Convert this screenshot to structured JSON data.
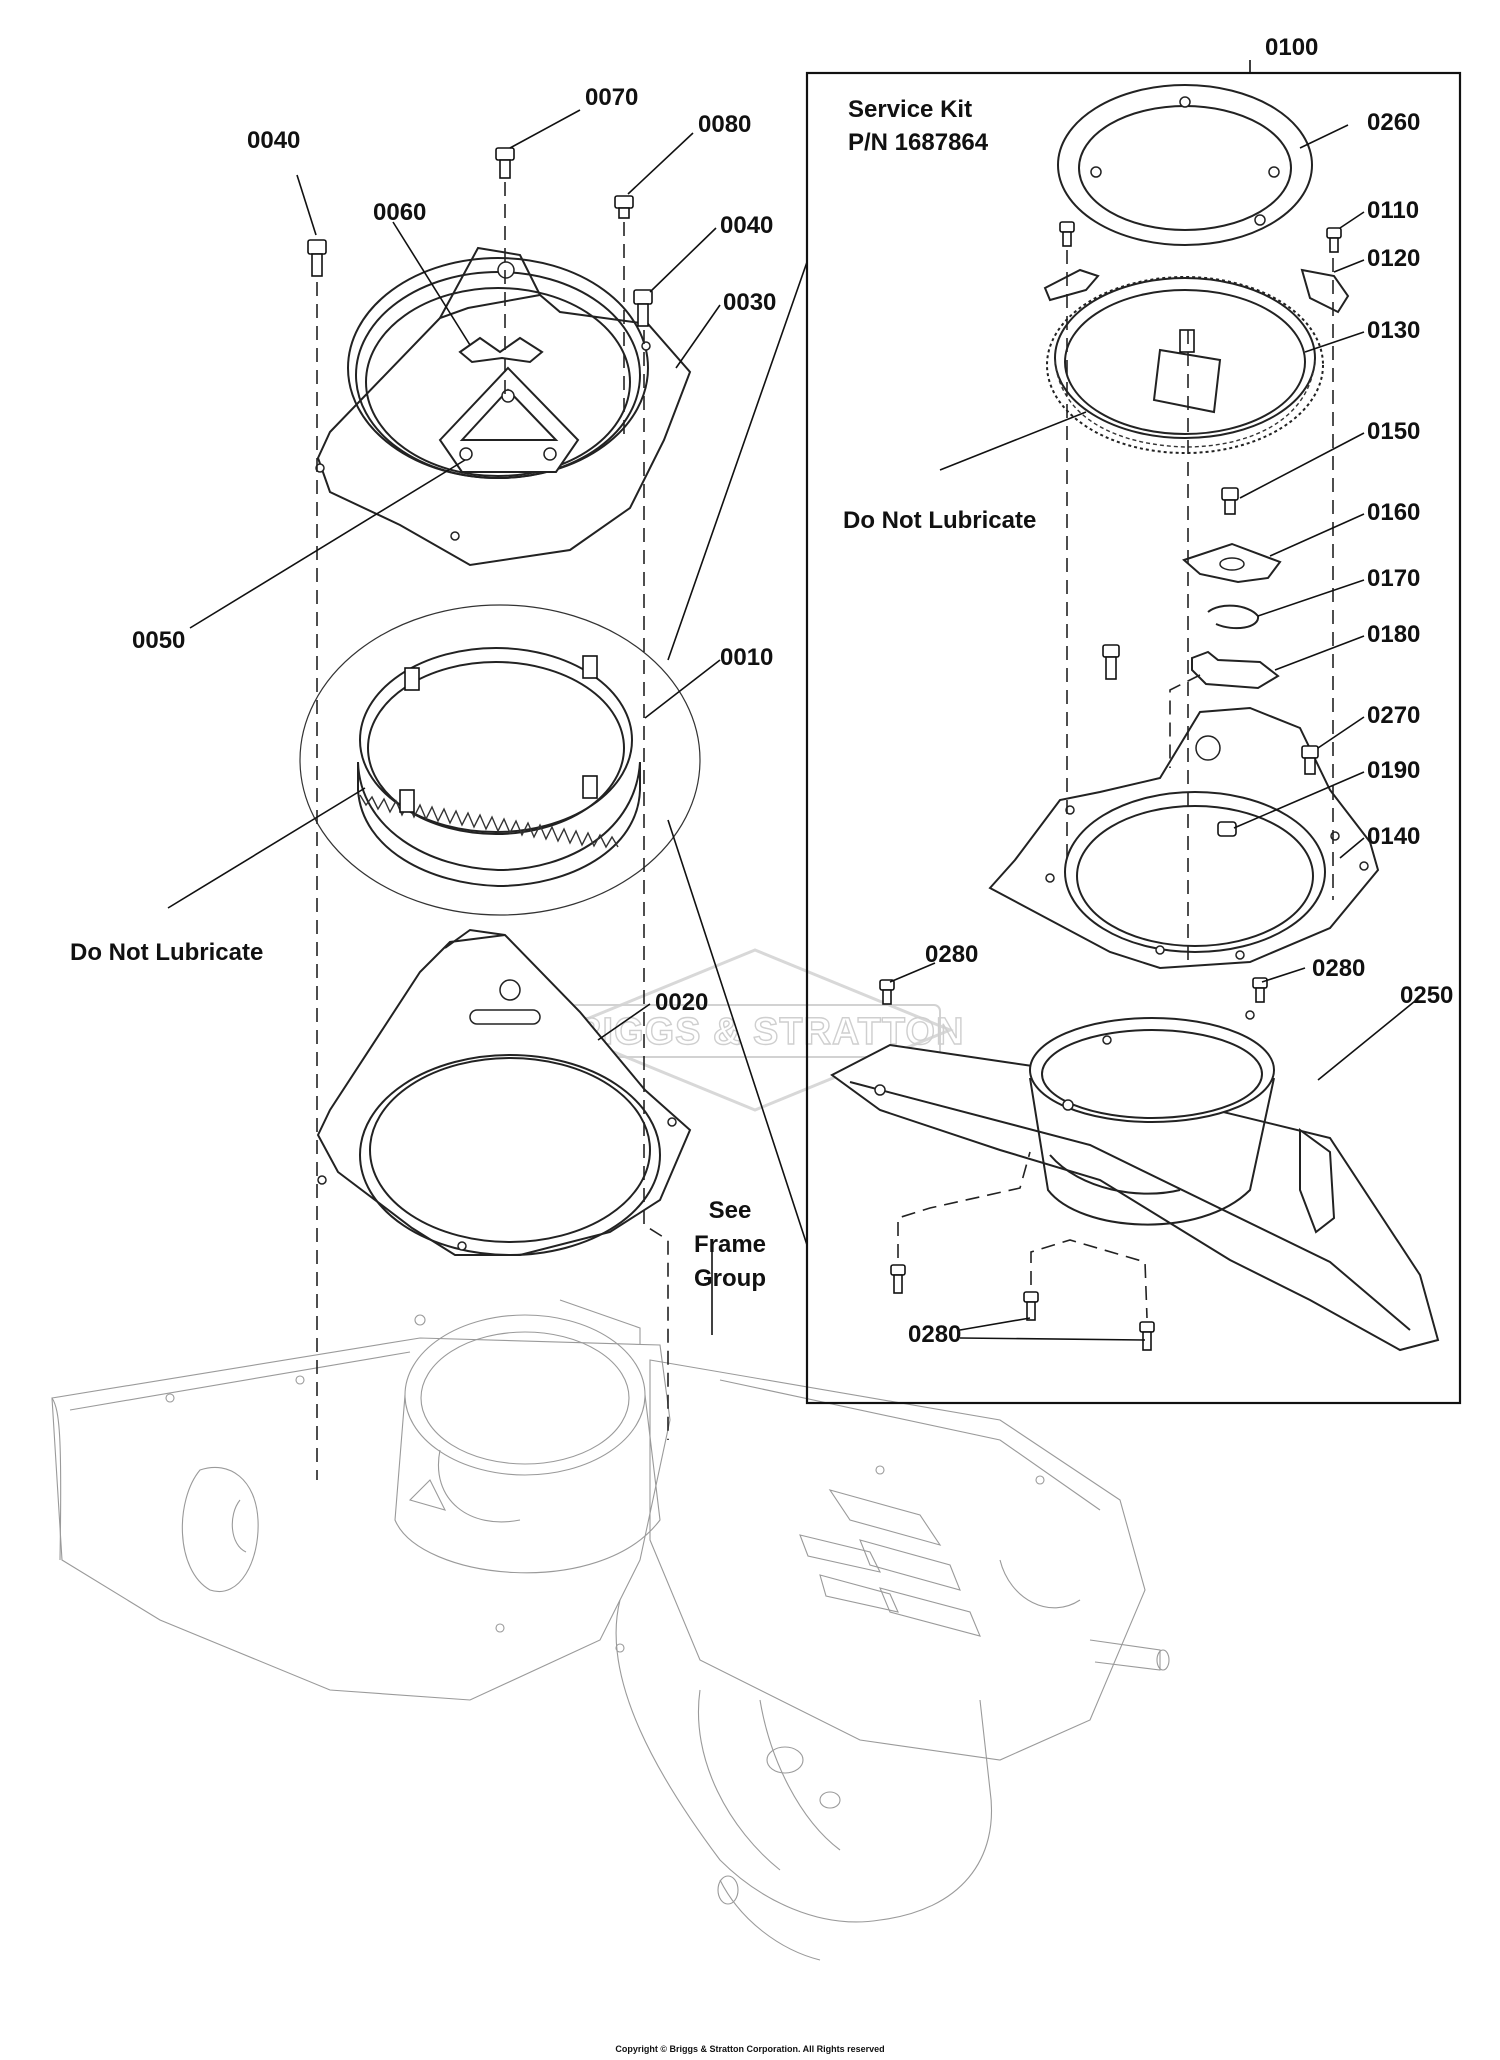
{
  "callouts": {
    "c0040a": "0040",
    "c0070": "0070",
    "c0080": "0080",
    "c0040b": "0040",
    "c0060": "0060",
    "c0030": "0030",
    "c0050": "0050",
    "c0010": "0010",
    "c0020": "0020",
    "c0100": "0100",
    "c0260": "0260",
    "c0110": "0110",
    "c0120": "0120",
    "c0130": "0130",
    "c0150": "0150",
    "c0160": "0160",
    "c0170": "0170",
    "c0180": "0180",
    "c0270": "0270",
    "c0190": "0190",
    "c0140": "0140",
    "c0280a": "0280",
    "c0280b": "0280",
    "c0250": "0250",
    "c0280c": "0280"
  },
  "notes": {
    "service_kit_line1": "Service Kit",
    "service_kit_line2": "P/N 1687864",
    "do_not_lubricate_kit": "Do Not Lubricate",
    "do_not_lubricate_main": "Do Not Lubricate",
    "see_line1": "See",
    "see_line2": "Frame",
    "see_line3": "Group"
  },
  "watermark": "BRIGGS & STRATTON",
  "copyright": "Copyright © Briggs & Stratton Corporation. All Rights reserved"
}
